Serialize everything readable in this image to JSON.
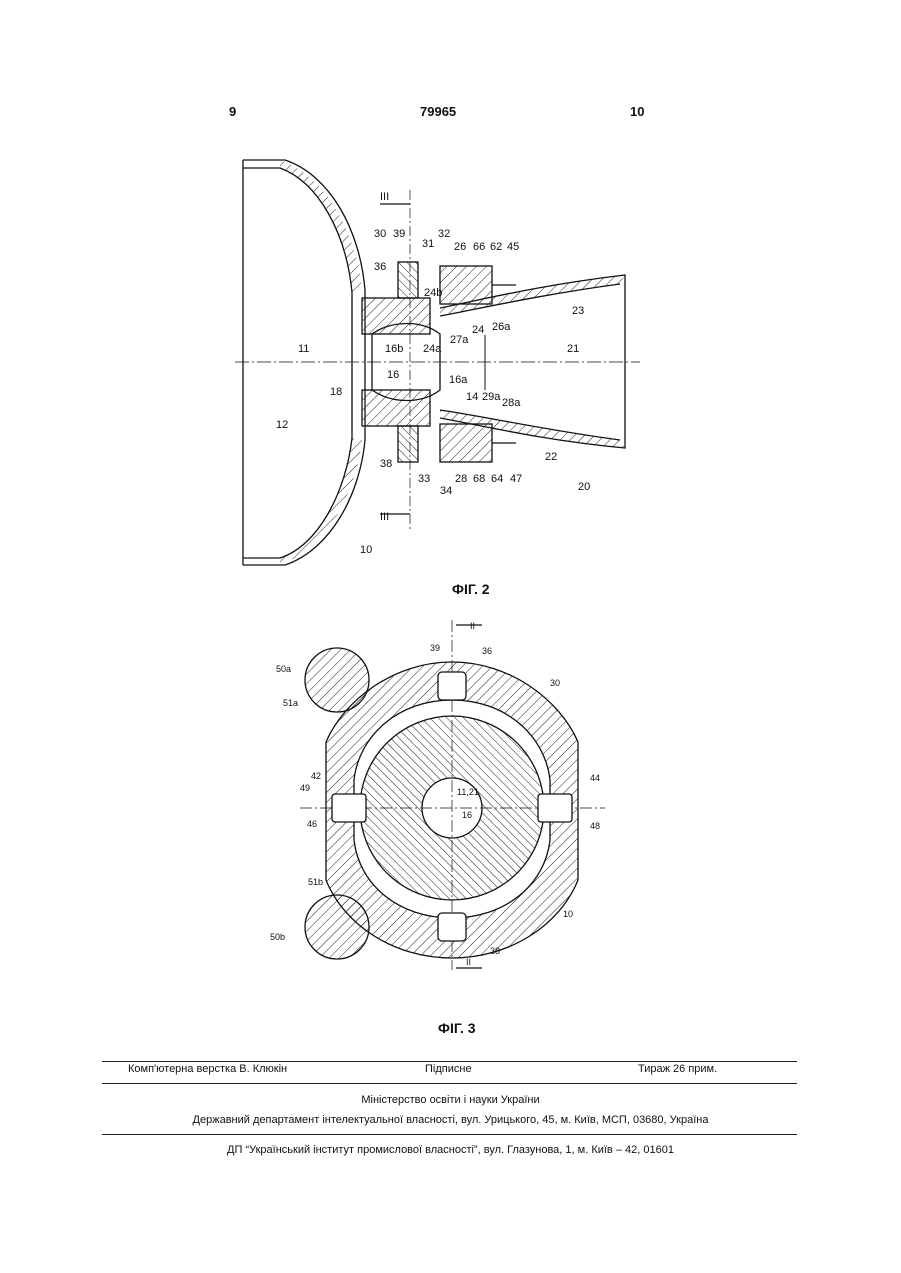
{
  "header": {
    "page_left": "9",
    "patent_number": "79965",
    "page_right": "10"
  },
  "fig2": {
    "caption": "ФІГ. 2",
    "labels": [
      "III",
      "30",
      "39",
      "36",
      "31",
      "32",
      "26",
      "66",
      "62",
      "45",
      "24b",
      "23",
      "24",
      "26a",
      "27a",
      "16b",
      "24a",
      "11",
      "21",
      "16",
      "16a",
      "18",
      "14",
      "29a",
      "28a",
      "12",
      "38",
      "33",
      "28",
      "68",
      "64",
      "47",
      "22",
      "34",
      "20",
      "III",
      "10"
    ]
  },
  "fig3": {
    "caption": "ФІГ. 3",
    "labels": [
      "II",
      "39",
      "36",
      "30",
      "50a",
      "51a",
      "42",
      "49",
      "44",
      "46",
      "11,21",
      "16",
      "48",
      "51b",
      "50b",
      "10",
      "38",
      "II"
    ]
  },
  "footer": {
    "layout": "Комп'ютерна верстка В. Клюкін",
    "signed": "Підписне",
    "circulation": "Тираж 26 прим.",
    "ministry": "Міністерство освіти і науки України",
    "department": "Державний департамент інтелектуальної власності, вул. Урицького, 45, м. Київ, МСП, 03680, Україна",
    "institute": "ДП “Український інститут промислової власності”, вул. Глазунова, 1, м. Київ – 42, 01601"
  }
}
